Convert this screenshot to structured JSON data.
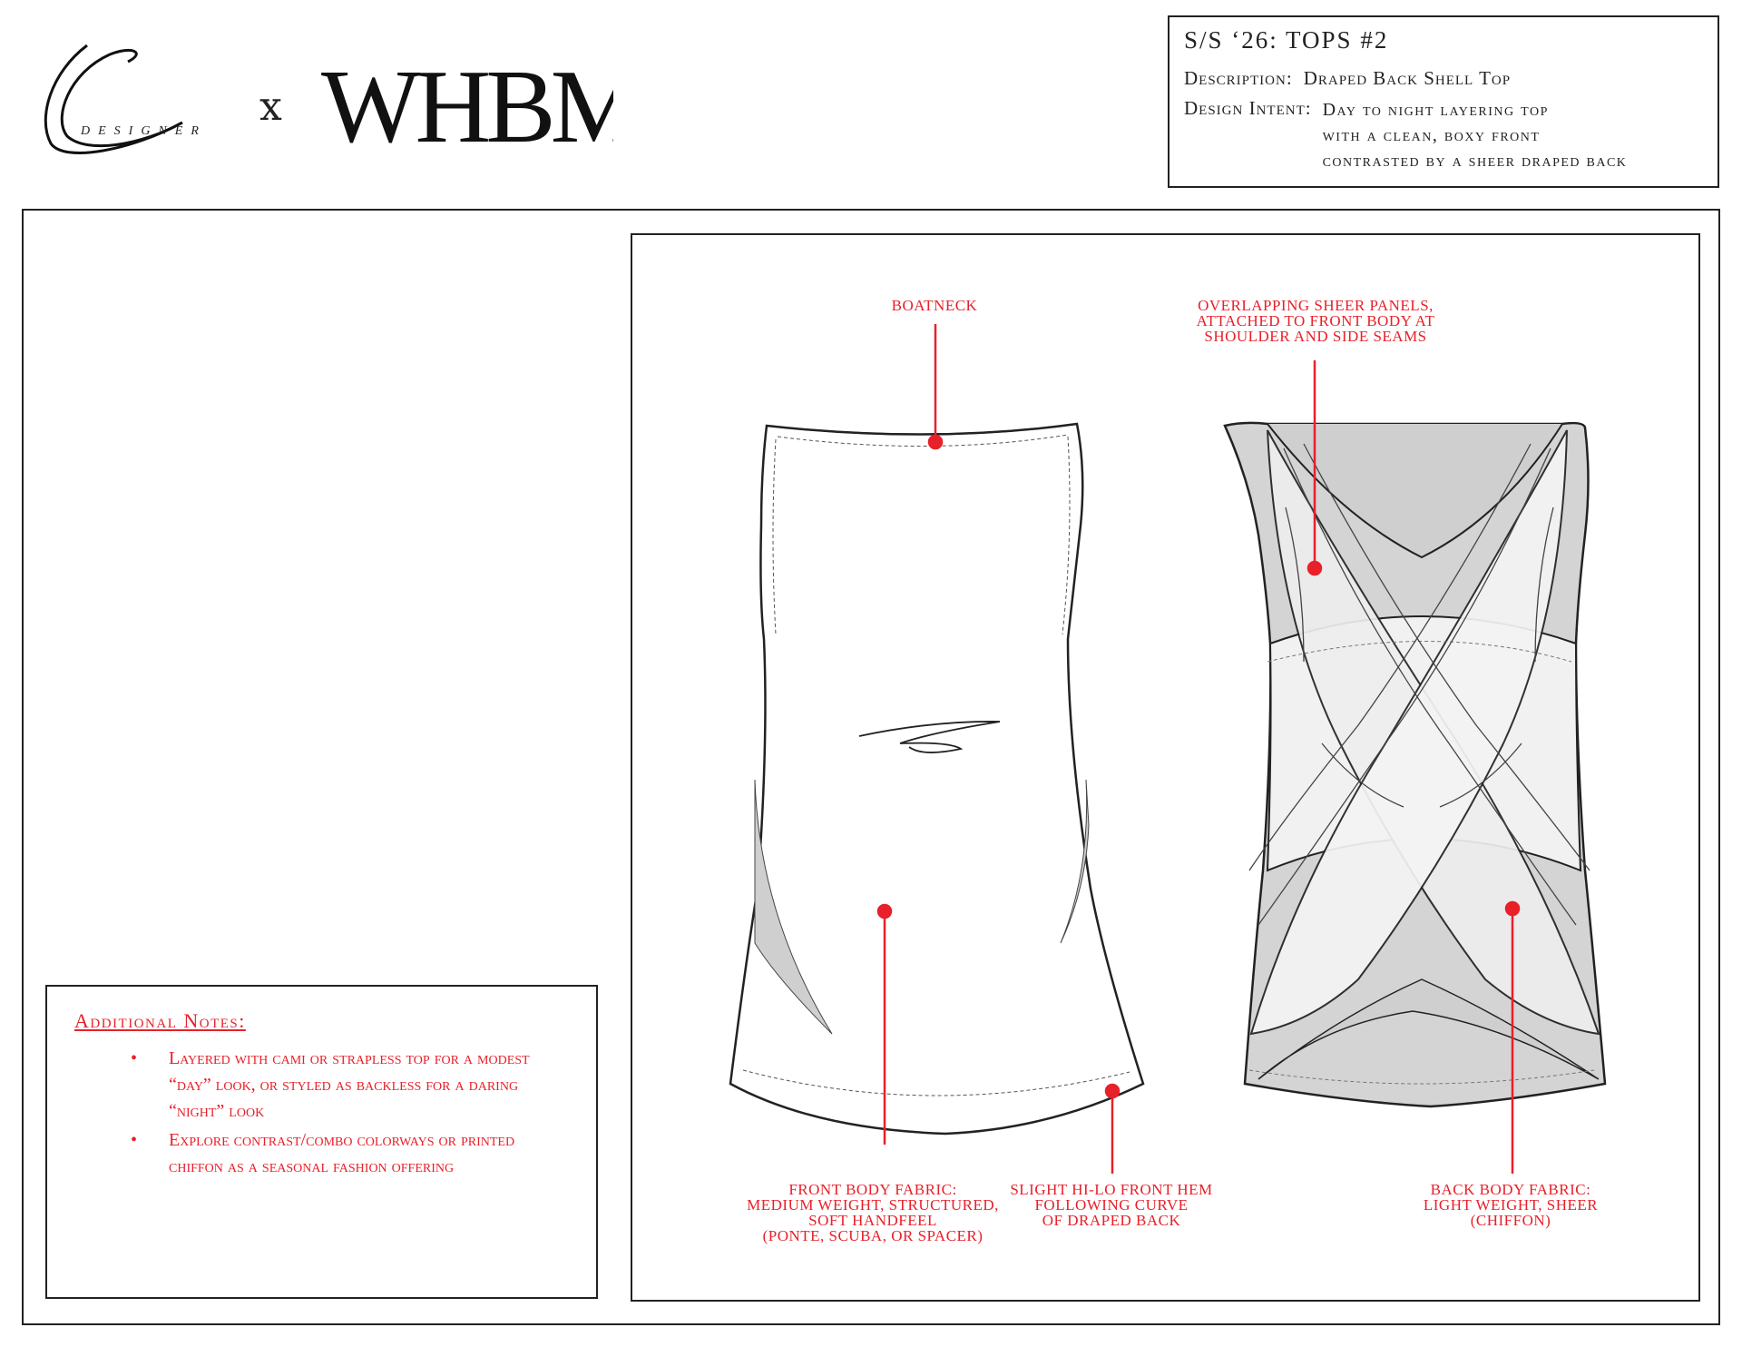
{
  "header": {
    "logo_designer": "DESIGNER",
    "logo_x": "x",
    "logo_brand": "WHBM"
  },
  "info": {
    "title": "S/S ‘26: TOPS #2",
    "description_label": "Description:",
    "description_value": "Draped Back Shell Top",
    "intent_label": "Design Intent:",
    "intent_lines": [
      "Day to night layering top",
      "with a clean, boxy front",
      "contrasted by a sheer draped back"
    ]
  },
  "callouts": {
    "boatneck": "BOATNECK",
    "overlap_1": "OVERLAPPING SHEER PANELS,",
    "overlap_2": "ATTACHED TO FRONT BODY AT",
    "overlap_3": "SHOULDER AND SIDE SEAMS",
    "front_1": "FRONT BODY FABRIC:",
    "front_2": "MEDIUM WEIGHT, STRUCTURED,",
    "front_3": "SOFT HANDFEEL",
    "front_4": "(PONTE, SCUBA, OR SPACER)",
    "hilo_1": "SLIGHT HI-LO FRONT HEM",
    "hilo_2": "FOLLOWING CURVE",
    "hilo_3": "OF DRAPED BACK",
    "back_1": "BACK BODY FABRIC:",
    "back_2": "LIGHT WEIGHT, SHEER",
    "back_3": "(CHIFFON)"
  },
  "notes": {
    "title": "Additional Notes:",
    "bullet": "•",
    "items": [
      "Layered with cami or strapless top for a modest “day” look, or styled as backless for a daring “night” look",
      "Explore contrast/combo colorways or printed chiffon as a seasonal fashion offering"
    ]
  },
  "colors": {
    "accent": "#e8202a",
    "line": "#222222",
    "shade": "#cfcfcf"
  }
}
